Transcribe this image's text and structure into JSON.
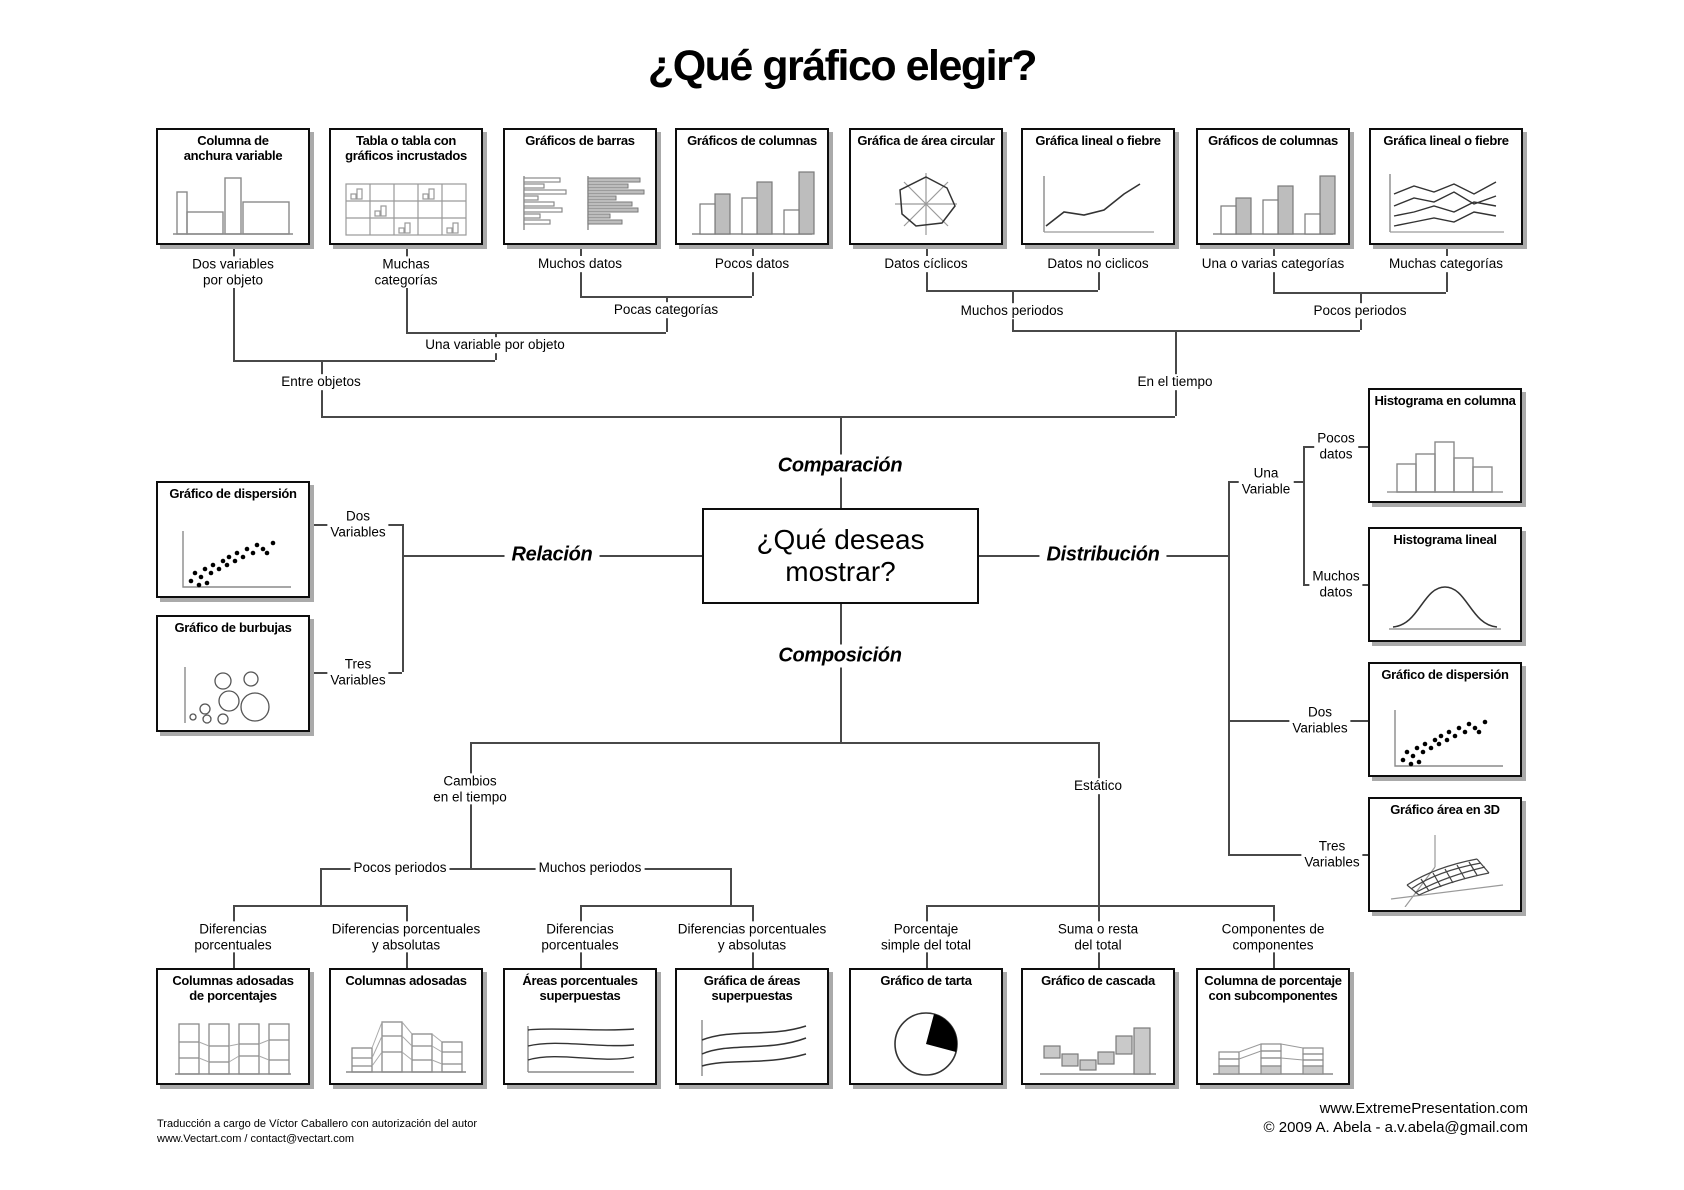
{
  "title": "¿Qué gráfico elegir?",
  "center": {
    "question": "¿Qué deseas\nmostrar?"
  },
  "branches": {
    "top": "Comparación",
    "left": "Relación",
    "right": "Distribución",
    "bottom": "Composición"
  },
  "top_row": [
    {
      "title": "Columna de\nanchura variable",
      "label": "Dos variables\npor objeto",
      "icon": "variable-width-column-chart"
    },
    {
      "title": "Tabla o tabla con\ngráficos incrustados",
      "label": "Muchas\ncategorías",
      "icon": "table-with-embedded-charts"
    },
    {
      "title": "Gráficos de barras",
      "label": "Muchos datos",
      "icon": "bar-chart"
    },
    {
      "title": "Gráficos de columnas",
      "label": "Pocos datos",
      "icon": "column-chart"
    },
    {
      "title": "Gráfica de área circular",
      "label": "Datos cíclicos",
      "icon": "radar-chart"
    },
    {
      "title": "Gráfica lineal o fiebre",
      "label": "Datos no ciclicos",
      "icon": "line-chart"
    },
    {
      "title": "Gráficos de columnas",
      "label": "Una o varias categorías",
      "icon": "column-chart"
    },
    {
      "title": "Gráfica lineal o fiebre",
      "label": "Muchas categorías",
      "icon": "multi-line-chart"
    }
  ],
  "merges": {
    "pocas_categorias": "Pocas categorías",
    "una_variable_por_objeto": "Una variable por objeto",
    "entre_objetos": "Entre objetos",
    "muchos_periodos": "Muchos periodos",
    "pocos_periodos": "Pocos periodos",
    "en_el_tiempo": "En el tiempo"
  },
  "relacion": {
    "dos_variables": "Dos\nVariables",
    "tres_variables": "Tres\nVariables",
    "boxes": [
      {
        "title": "Gráfico de dispersión",
        "icon": "scatter-plot"
      },
      {
        "title": "Gráfico de burbujas",
        "icon": "bubble-chart"
      }
    ]
  },
  "distribucion": {
    "una_variable": "Una\nVariable",
    "pocos_datos": "Pocos\ndatos",
    "muchos_datos": "Muchos\ndatos",
    "dos_variables": "Dos\nVariables",
    "tres_variables": "Tres\nVariables",
    "boxes": [
      {
        "title": "Histograma en columna",
        "icon": "column-histogram"
      },
      {
        "title": "Histograma lineal",
        "icon": "line-histogram"
      },
      {
        "title": "Gráfico de dispersión",
        "icon": "scatter-plot"
      },
      {
        "title": "Gráfico área en 3D",
        "icon": "3d-area-chart"
      }
    ]
  },
  "composicion": {
    "cambios_en_el_tiempo": "Cambios\nen el tiempo",
    "estatico": "Estático",
    "pocos_periodos": "Pocos periodos",
    "muchos_periodos": "Muchos periodos",
    "children": [
      {
        "label": "Diferencias\nporcentuales",
        "box_title": "Columnas adosadas\nde porcentajes",
        "icon": "stacked-100-column-chart"
      },
      {
        "label": "Diferencias porcentuales\ny absolutas",
        "box_title": "Columnas adosadas",
        "icon": "stacked-column-chart"
      },
      {
        "label": "Diferencias\nporcentuales",
        "box_title": "Áreas porcentuales\nsuperpuestas",
        "icon": "stacked-100-area-chart"
      },
      {
        "label": "Diferencias porcentuales\ny absolutas",
        "box_title": "Gráfica de áreas\nsuperpuestas",
        "icon": "stacked-area-chart"
      },
      {
        "label": "Porcentaje\nsimple del total",
        "box_title": "Gráfico de tarta",
        "icon": "pie-chart"
      },
      {
        "label": "Suma o resta\ndel total",
        "box_title": "Gráfico de cascada",
        "icon": "waterfall-chart"
      },
      {
        "label": "Componentes de\ncomponentes",
        "box_title": "Columna de porcentaje\ncon subcomponentes",
        "icon": "stacked-column-with-subcomponents"
      }
    ]
  },
  "footer": {
    "left_line1": "Traducción a cargo de Víctor Caballero con autorización del autor",
    "left_line2": "www.Vectart.com / contact@vectart.com",
    "right_line1": "www.ExtremePresentation.com",
    "right_line2": "© 2009 A. Abela - a.v.abela@gmail.com"
  },
  "colors": {
    "line": "#484848",
    "box_border": "#0d0d0d",
    "shadow": "#aaaaaa",
    "gray_fill": "#bdbdbd"
  }
}
